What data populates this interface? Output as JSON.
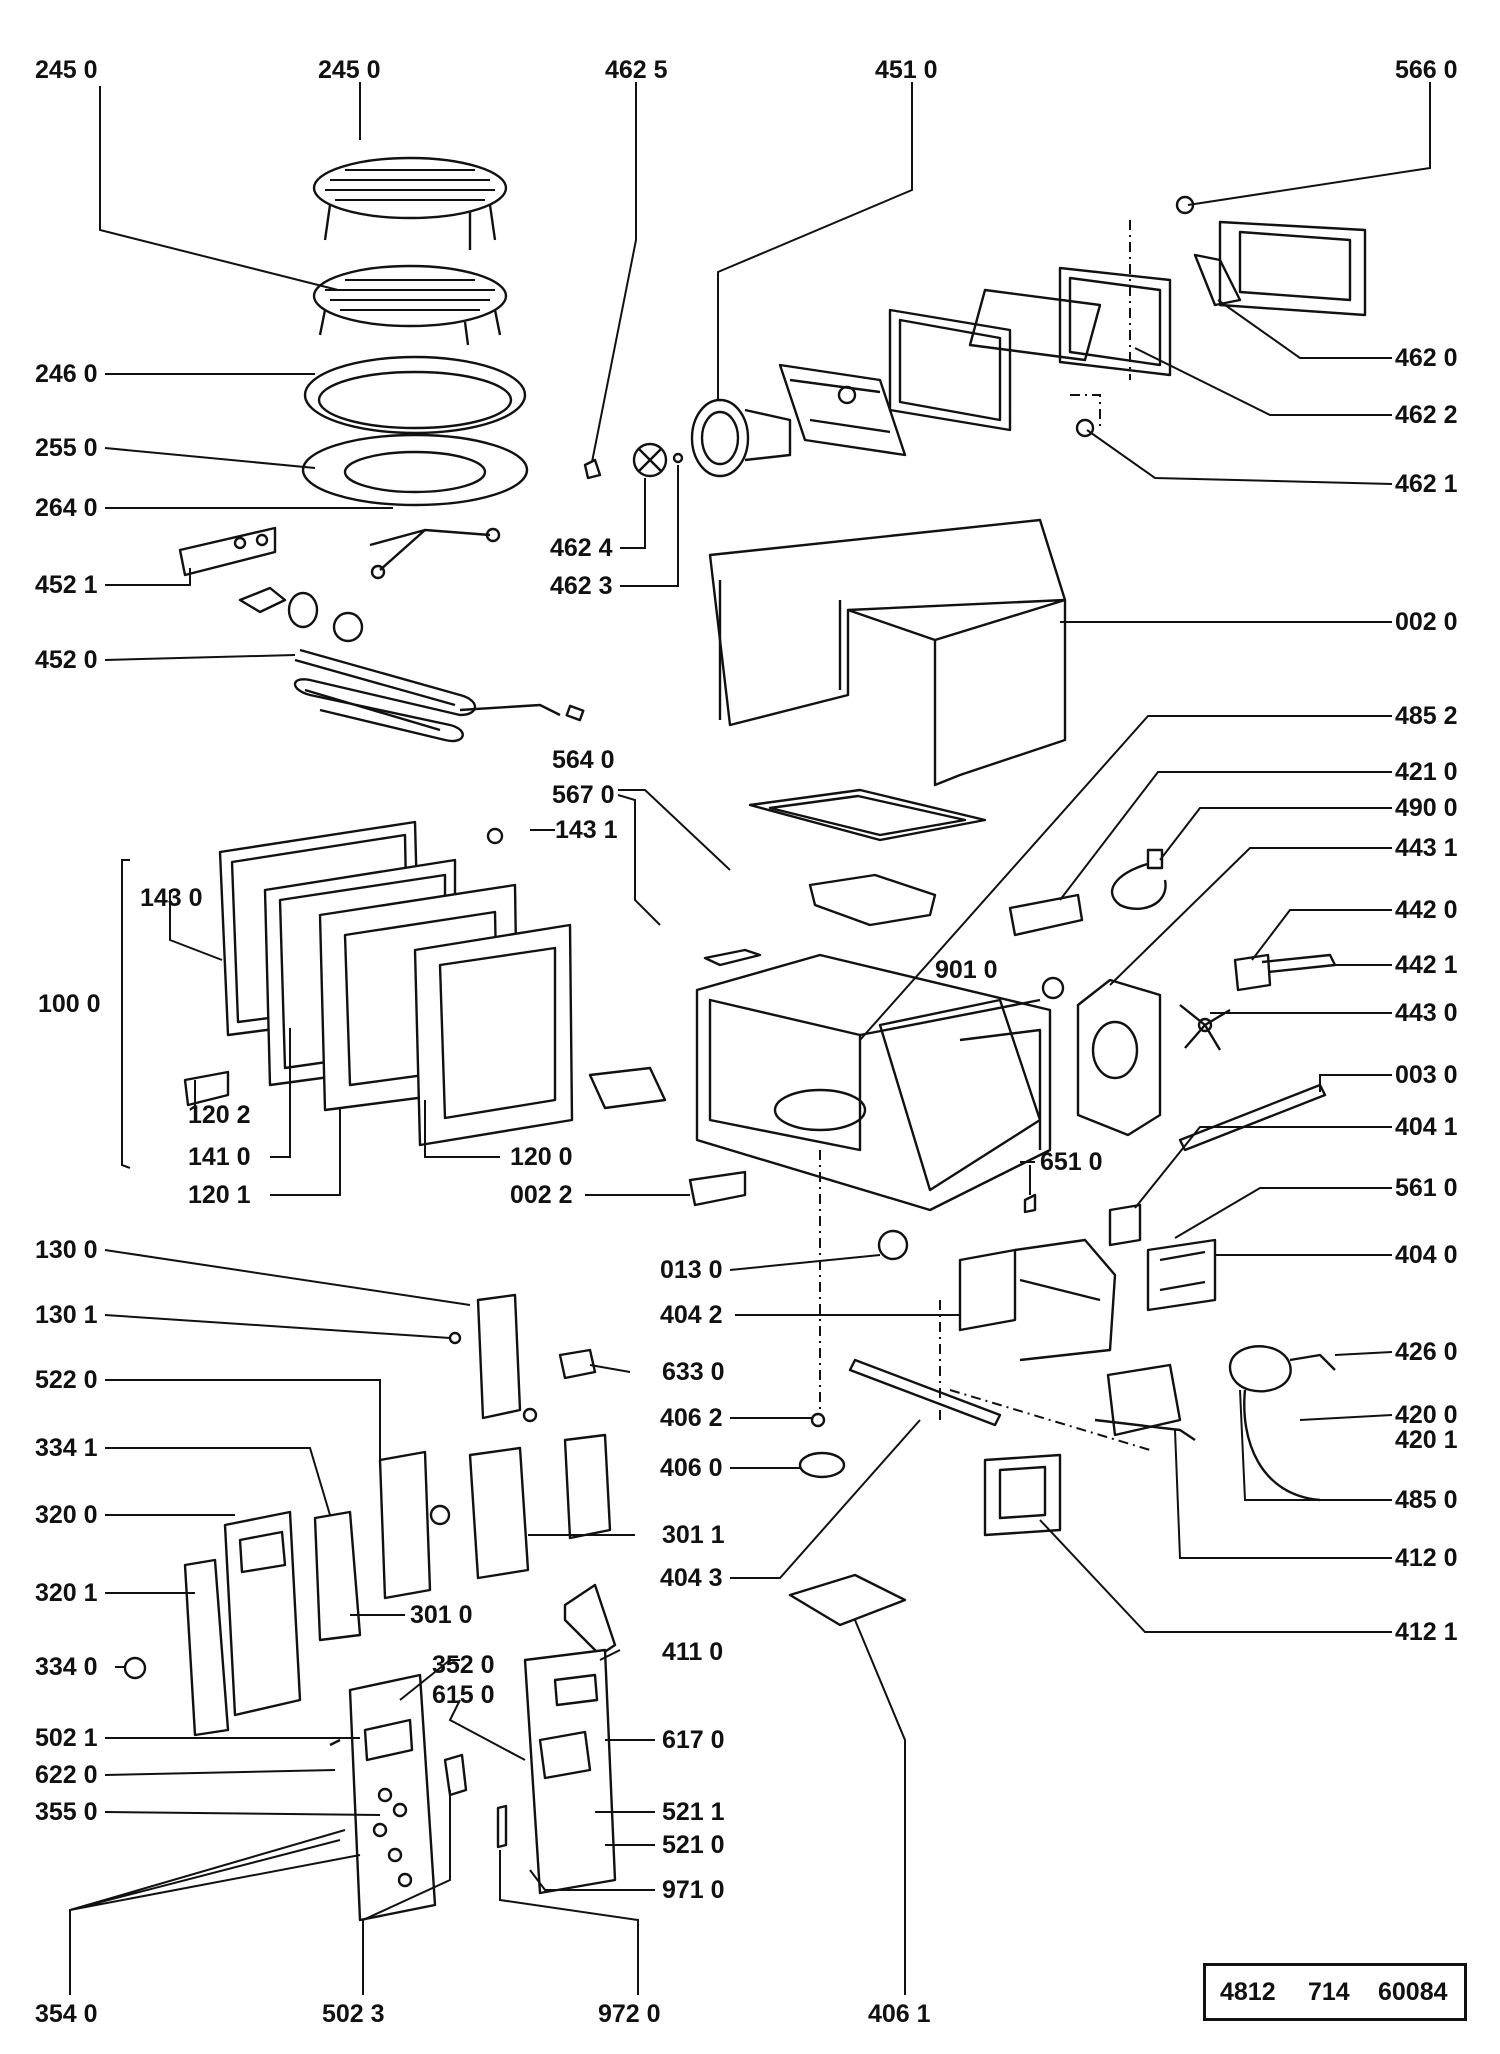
{
  "labels": {
    "l_2450a": "245 0",
    "l_2450b": "245 0",
    "l_4625": "462 5",
    "l_4510": "451 0",
    "l_5660": "566 0",
    "l_2460": "246 0",
    "l_2550": "255 0",
    "l_2640": "264 0",
    "l_4521": "452 1",
    "l_4520": "452 0",
    "l_4624": "462 4",
    "l_4623": "462 3",
    "l_4620": "462 0",
    "l_4622": "462 2",
    "l_4621": "462 1",
    "l_0020": "002 0",
    "l_4852": "485 2",
    "l_4210": "421 0",
    "l_4900": "490 0",
    "l_4431": "443 1",
    "l_4420": "442 0",
    "l_4421": "442 1",
    "l_4430": "443 0",
    "l_0030": "003 0",
    "l_4041": "404 1",
    "l_5610": "561 0",
    "l_4040": "404 0",
    "l_4260": "426 0",
    "l_4200": "420 0",
    "l_4201": "420 1",
    "l_4850": "485 0",
    "l_4120": "412 0",
    "l_4121": "412 1",
    "l_5640": "564 0",
    "l_5670": "567 0",
    "l_1431": "143 1",
    "l_1430": "143 0",
    "l_1000": "100 0",
    "l_1202": "120 2",
    "l_1410": "141 0",
    "l_1200": "120 0",
    "l_1201": "120 1",
    "l_9010": "901 0",
    "l_6510": "651 0",
    "l_0022": "002 2",
    "l_0130": "013 0",
    "l_4042": "404 2",
    "l_1300": "130 0",
    "l_1301": "130 1",
    "l_6330": "633 0",
    "l_5220": "522 0",
    "l_4062": "406 2",
    "l_4060": "406 0",
    "l_3341": "334 1",
    "l_3200": "320 0",
    "l_3011": "301 1",
    "l_4043": "404 3",
    "l_3201": "320 1",
    "l_3010": "301 0",
    "l_3340": "334 0",
    "l_3520": "352 0",
    "l_6150": "615 0",
    "l_4110": "411 0",
    "l_5021": "502 1",
    "l_6170": "617 0",
    "l_6220": "622 0",
    "l_3550": "355 0",
    "l_5211": "521 1",
    "l_5210": "521 0",
    "l_9710": "971 0",
    "l_3540": "354 0",
    "l_5023": "502 3",
    "l_9720": "972 0",
    "l_4061": "406 1"
  },
  "reference_code": {
    "part1": "4812",
    "part2": "714",
    "part3": "60084"
  }
}
